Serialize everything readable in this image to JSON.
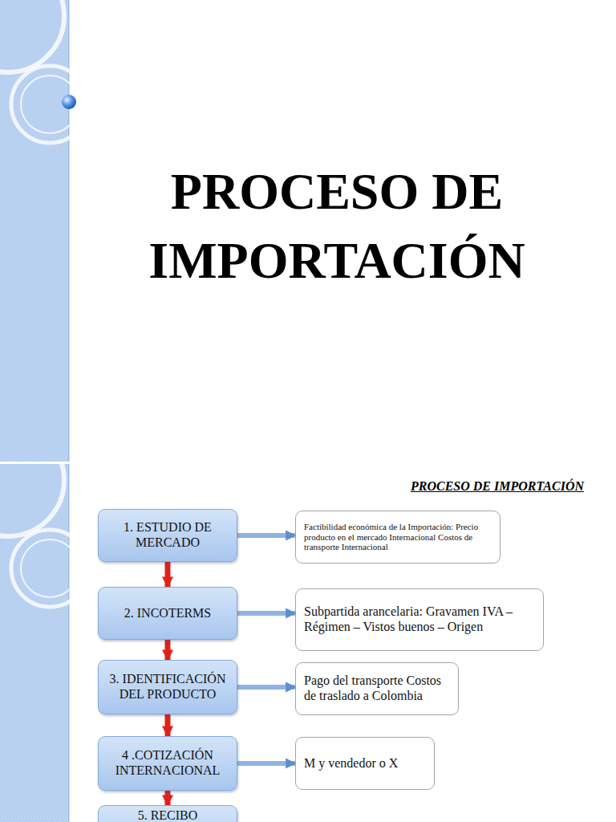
{
  "diagram": {
    "title": "PROCESO DE IMPORTACIÓN",
    "nodes": [
      {
        "text": [
          "1. ESTUDIO DE MERCADO"
        ]
      },
      {
        "text": [
          "Factibilidad económica de la Importación: Precio producto en el mercado Internacional Costos de transporte Internacional"
        ]
      },
      {
        "text": [
          "2. INCOTERMS"
        ]
      },
      {
        "text": [
          "Subpartida arancelaria: Gravamen IVA – Régimen – Vistos buenos – Origen"
        ]
      },
      {
        "text": [
          "3. IDENTIFICACIÓN DEL PRODUCTO"
        ]
      },
      {
        "text": [
          "Pago del transporte Costos de traslado a Colombia"
        ]
      },
      {
        "text": [
          "4 .COTIZACIÓN INTERNACIONAL"
        ]
      },
      {
        "text": [
          "M y vendedor o X"
        ]
      },
      {
        "text": [
          "5. RECIBO"
        ]
      }
    ],
    "edges": [
      {
        "from": 0,
        "to": 1,
        "arrow": "to"
      },
      {
        "from": 0,
        "to": 2,
        "arrow": "to"
      },
      {
        "from": 2,
        "to": 3,
        "arrow": "to"
      },
      {
        "from": 2,
        "to": 4,
        "arrow": "to"
      },
      {
        "from": 4,
        "to": 5,
        "arrow": "to"
      },
      {
        "from": 4,
        "to": 6,
        "arrow": "to"
      },
      {
        "from": 6,
        "to": 7,
        "arrow": "to"
      },
      {
        "from": 6,
        "to": 8,
        "arrow": "to"
      }
    ],
    "labels": [
      "PROCESO DE IMPORTACIÓN"
    ]
  }
}
